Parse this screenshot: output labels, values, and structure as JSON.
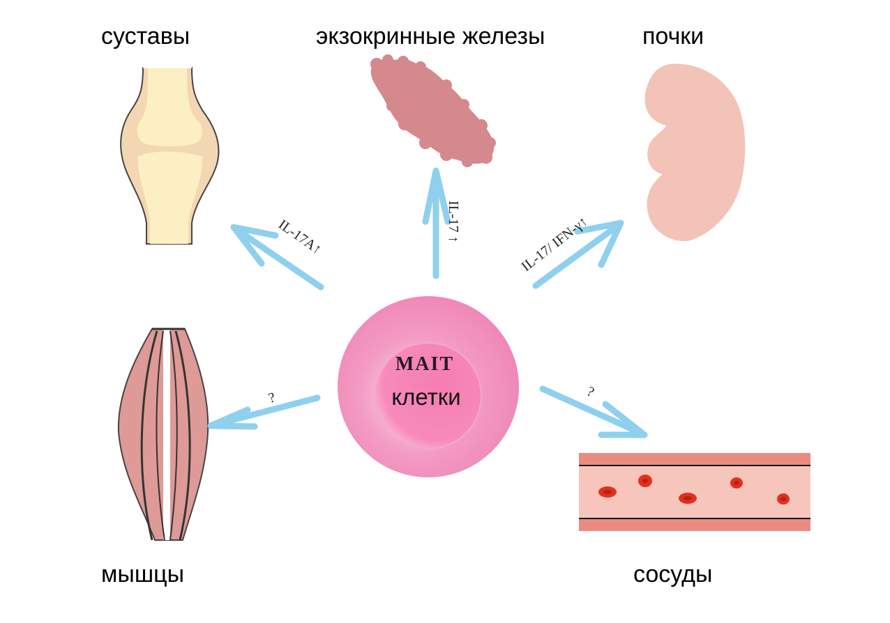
{
  "labels": {
    "joints": "суставы",
    "glands": "экзокринные железы",
    "kidneys": "почки",
    "muscles": "мышцы",
    "vessels": "сосуды"
  },
  "cell": {
    "line1": "MAIT",
    "line2": "клетки"
  },
  "arrows": {
    "joints": "IL-17A↑",
    "glands": "IL-17 ↑",
    "kidneys": "IL-17/ IFN-γ↑",
    "muscles": "?",
    "vessels": "?"
  },
  "colors": {
    "arrow": "#8fd0ee",
    "cell_outer": "#f08ab8",
    "cell_inner": "#f47fb2",
    "gland": "#d4898c",
    "kidney": "#f2c3b6",
    "muscle": "#dd9a96",
    "bone": "#fcefc3",
    "cartilage": "#f3d7b2",
    "vessel_wall": "#ea8b80",
    "vessel_lumen": "#f6c6bd",
    "blood_cell": "#e0301e"
  }
}
